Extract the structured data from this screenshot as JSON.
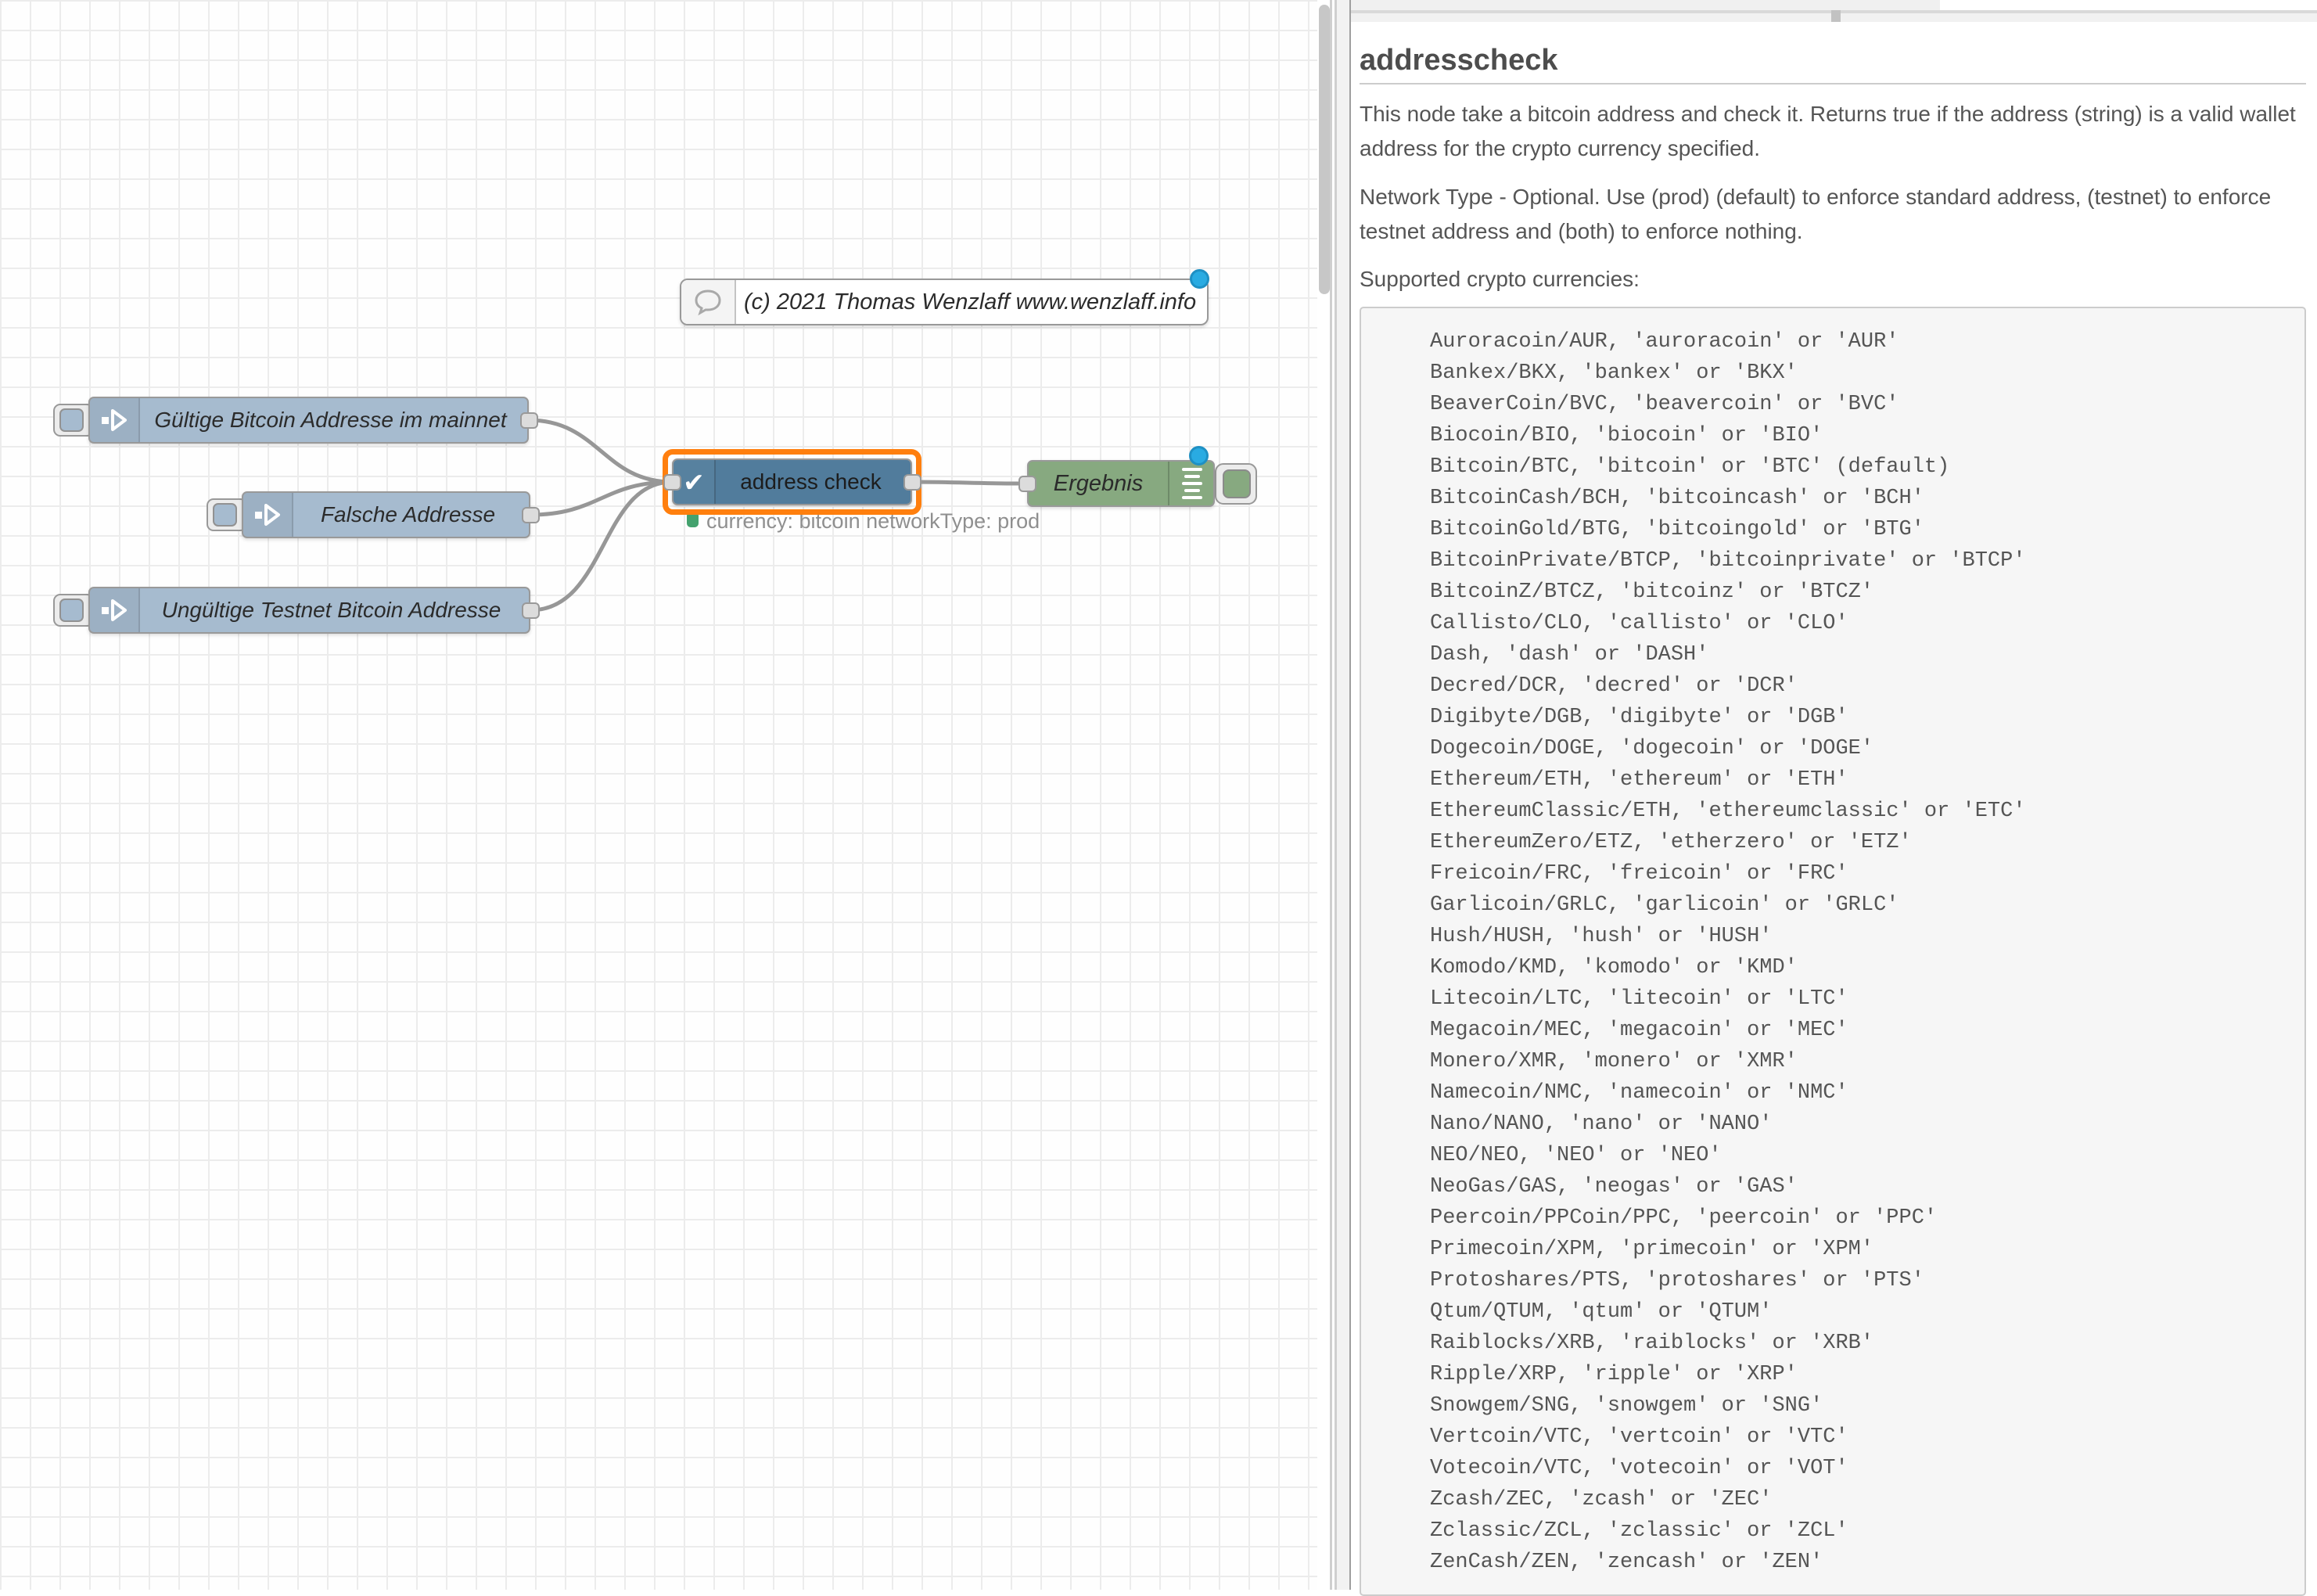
{
  "flow": {
    "comment_node": {
      "label": "(c) 2021 Thomas Wenzlaff www.wenzlaff.info"
    },
    "inject_nodes": [
      {
        "label": "Gültige Bitcoin Addresse im mainnet"
      },
      {
        "label": "Falsche Addresse"
      },
      {
        "label": "Ungültige Testnet Bitcoin Addresse"
      }
    ],
    "addresscheck_node": {
      "label": "address check",
      "status_text": "currency: bitcoin networkType: prod",
      "check_icon": "✔"
    },
    "debug_node": {
      "label": "Ergebnis"
    }
  },
  "panel": {
    "title": "addresscheck",
    "paragraph1_lines": [
      "This node take a bitcoin address and check it. Returns true if the address (string) is a valid wallet",
      "address for the crypto currency specified."
    ],
    "paragraph2_lines": [
      "Network Type - Optional. Use (prod) (default) to enforce standard address, (testnet) to enforce",
      "testnet address and (both) to enforce nothing."
    ],
    "supported_label": "Supported crypto currencies:",
    "currencies": [
      "Auroracoin/AUR, 'auroracoin' or 'AUR'",
      "Bankex/BKX, 'bankex' or 'BKX'",
      "BeaverCoin/BVC, 'beavercoin' or 'BVC'",
      "Biocoin/BIO, 'biocoin' or 'BIO'",
      "Bitcoin/BTC, 'bitcoin' or 'BTC' (default)",
      "BitcoinCash/BCH, 'bitcoincash' or 'BCH'",
      "BitcoinGold/BTG, 'bitcoingold' or 'BTG'",
      "BitcoinPrivate/BTCP, 'bitcoinprivate' or 'BTCP'",
      "BitcoinZ/BTCZ, 'bitcoinz' or 'BTCZ'",
      "Callisto/CLO, 'callisto' or 'CLO'",
      "Dash, 'dash' or 'DASH'",
      "Decred/DCR, 'decred' or 'DCR'",
      "Digibyte/DGB, 'digibyte' or 'DGB'",
      "Dogecoin/DOGE, 'dogecoin' or 'DOGE'",
      "Ethereum/ETH, 'ethereum' or 'ETH'",
      "EthereumClassic/ETH, 'ethereumclassic' or 'ETC'",
      "EthereumZero/ETZ, 'etherzero' or 'ETZ'",
      "Freicoin/FRC, 'freicoin' or 'FRC'",
      "Garlicoin/GRLC, 'garlicoin' or 'GRLC'",
      "Hush/HUSH, 'hush' or 'HUSH'",
      "Komodo/KMD, 'komodo' or 'KMD'",
      "Litecoin/LTC, 'litecoin' or 'LTC'",
      "Megacoin/MEC, 'megacoin' or 'MEC'",
      "Monero/XMR, 'monero' or 'XMR'",
      "Namecoin/NMC, 'namecoin' or 'NMC'",
      "Nano/NANO, 'nano' or 'NANO'",
      "NEO/NEO, 'NEO' or 'NEO'",
      "NeoGas/GAS, 'neogas' or 'GAS'",
      "Peercoin/PPCoin/PPC, 'peercoin' or 'PPC'",
      "Primecoin/XPM, 'primecoin' or 'XPM'",
      "Protoshares/PTS, 'protoshares' or 'PTS'",
      "Qtum/QTUM, 'qtum' or 'QTUM'",
      "Raiblocks/XRB, 'raiblocks' or 'XRB'",
      "Ripple/XRP, 'ripple' or 'XRP'",
      "Snowgem/SNG, 'snowgem' or 'SNG'",
      "Vertcoin/VTC, 'vertcoin' or 'VTC'",
      "Votecoin/VTC, 'votecoin' or 'VOT'",
      "Zcash/ZEC, 'zcash' or 'ZEC'",
      "Zclassic/ZCL, 'zclassic' or 'ZCL'",
      "ZenCash/ZEN, 'zencash' or 'ZEN'"
    ]
  },
  "colors": {
    "inject_node": "#a6bbcf",
    "addresscheck_node": "#517c9c",
    "debug_node": "#87a980",
    "selection_border": "#ff7f0e",
    "changed_badge": "#29abe2",
    "status_green": "#44a26e",
    "wire": "#979797",
    "grid_line": "#ececec"
  }
}
